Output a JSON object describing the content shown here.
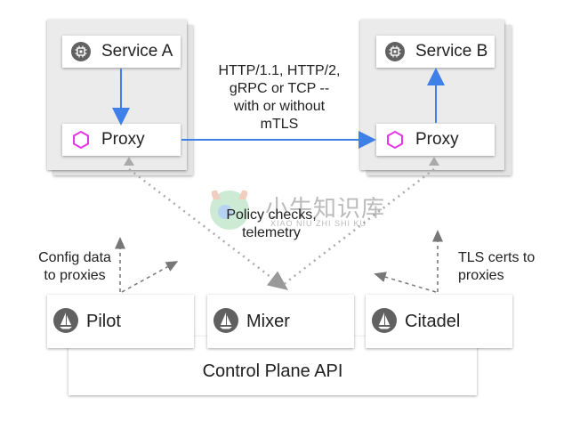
{
  "service_a": {
    "label": "Service A",
    "icon": "chip-icon"
  },
  "service_b": {
    "label": "Service B",
    "icon": "chip-icon"
  },
  "proxy_a": {
    "label": "Proxy",
    "icon": "hexagon-icon"
  },
  "proxy_b": {
    "label": "Proxy",
    "icon": "hexagon-icon"
  },
  "protocol_text": [
    "HTTP/1.1, HTTP/2,",
    "gRPC or TCP --",
    "with or without",
    "mTLS"
  ],
  "policy_text": [
    "Policy checks,",
    "telemetry"
  ],
  "config_text": [
    "Config data",
    "to proxies"
  ],
  "tls_text": [
    "TLS certs to",
    "proxies"
  ],
  "pilot": {
    "label": "Pilot",
    "icon": "sail-icon"
  },
  "mixer": {
    "label": "Mixer",
    "icon": "sail-icon"
  },
  "citadel": {
    "label": "Citadel",
    "icon": "sail-icon"
  },
  "control_plane": {
    "label": "Control Plane API"
  },
  "watermark": {
    "text": "小牛知识库",
    "subtext": "XIAO NIU ZHI SHI KU"
  },
  "colors": {
    "blue": "#3f80e8",
    "magenta": "#e535e5",
    "grey_icon": "#616161",
    "dash": "#888888"
  }
}
